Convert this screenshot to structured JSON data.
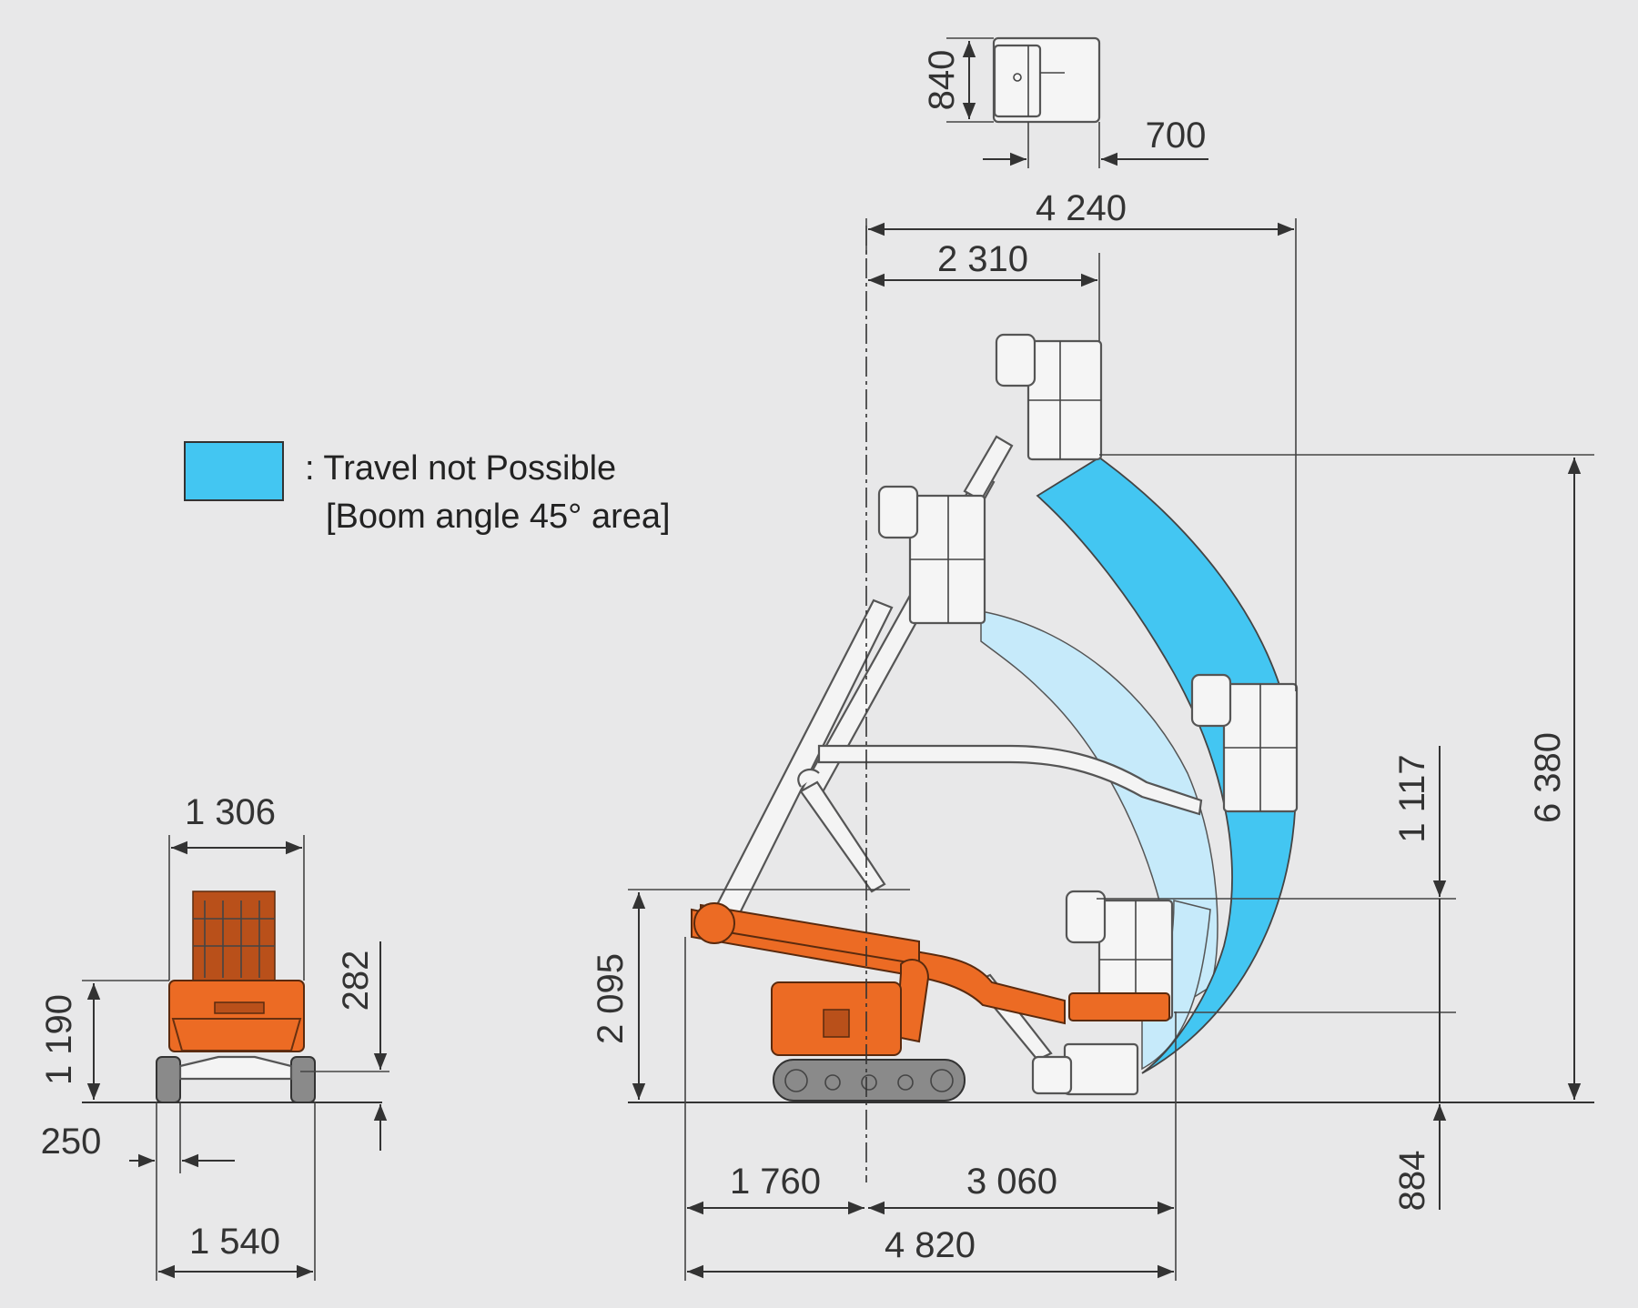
{
  "legend": {
    "swatch_color": "#43c6f2",
    "text_line1": ": Travel not Possible",
    "text_line2": "[Boom angle 45° area]"
  },
  "dimensions": {
    "platform_depth": "840",
    "platform_width": "700",
    "max_outreach_total": "4 240",
    "outreach_at_max_height": "2 310",
    "rear_width": "1 306",
    "rear_height_hood": "1 190",
    "rear_ground_clearance": "282",
    "rear_track_width": "250",
    "rear_overall_width": "1 540",
    "stowed_height": "2 095",
    "rear_overhang": "1 760",
    "front_length": "3 060",
    "overall_length": "4 820",
    "working_height": "6 380",
    "jib_range": "1 117",
    "below_ground_reach": "884"
  },
  "colors": {
    "machine_orange": "#ec6b24",
    "zone_dark": "#43c6f2",
    "zone_light": "#c6eafa",
    "background": "#e8e8e9"
  }
}
